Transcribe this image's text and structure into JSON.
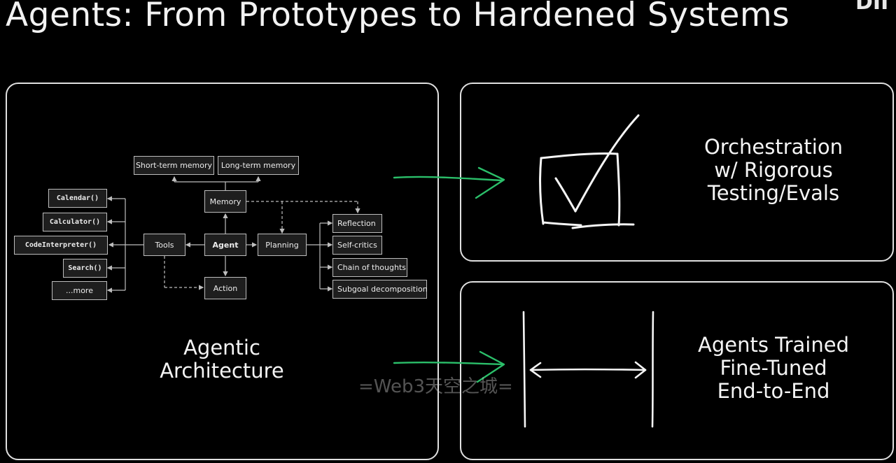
{
  "slide": {
    "title": "Agents: From Prototypes to Hardened Systems",
    "corner_logo": "DII"
  },
  "diagram": {
    "nodes": {
      "short_term_memory": "Short-term memory",
      "long_term_memory": "Long-term memory",
      "memory": "Memory",
      "calendar": "Calendar()",
      "calculator": "Calculator()",
      "code_interpreter": "CodeInterpreter()",
      "search": "Search()",
      "more": "...more",
      "tools": "Tools",
      "agent": "Agent",
      "planning": "Planning",
      "action": "Action",
      "reflection": "Reflection",
      "self_critics": "Self-critics",
      "chain_of_thoughts": "Chain of thoughts",
      "subgoal_decomposition": "Subgoal decomposition"
    }
  },
  "left_panel": {
    "label_lines": [
      "Agentic",
      "Architecture"
    ]
  },
  "top_right_panel": {
    "label_lines": [
      "Orchestration",
      "w/ Rigorous",
      "Testing/Evals"
    ],
    "icon": "checkbox-check-icon"
  },
  "bottom_right_panel": {
    "label_lines": [
      "Agents Trained",
      "Fine-Tuned",
      "End-to-End"
    ],
    "icon": "double-arrow-between-bars-icon"
  },
  "watermark": "=Web3天空之城=",
  "colors": {
    "background": "#000000",
    "panel_border": "#e0e0e0",
    "arrow_green": "#2bbf6a",
    "node_fill": "#1e1e1e"
  }
}
